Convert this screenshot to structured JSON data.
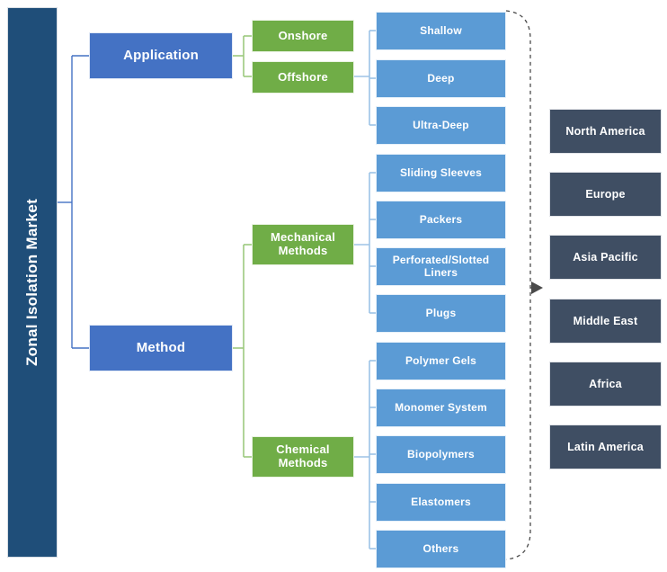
{
  "diagram": {
    "title": "Zonal Isolation Market",
    "colors": {
      "root": "#1F4E79",
      "level1": "#4472C4",
      "level2": "#70AD47",
      "level3": "#5B9BD5",
      "region": "#3F4E63",
      "background": "#FFFFFF"
    },
    "root": {
      "label": "Zonal Isolation Market"
    },
    "branches": [
      {
        "label": "Application",
        "children": [
          {
            "label": "Onshore",
            "leaves": []
          },
          {
            "label": "Offshore",
            "leaves": [
              "Shallow",
              "Deep",
              "Ultra-Deep"
            ]
          }
        ]
      },
      {
        "label": "Method",
        "children": [
          {
            "label": "Mechanical Methods",
            "leaves": [
              "Sliding Sleeves",
              "Packers",
              "Perforated/Slotted Liners",
              "Plugs"
            ]
          },
          {
            "label": "Chemical Methods",
            "leaves": [
              "Polymer Gels",
              "Monomer System",
              "Biopolymers",
              "Elastomers",
              "Others"
            ]
          }
        ]
      }
    ],
    "nodes": {
      "application": "Application",
      "method": "Method",
      "onshore": "Onshore",
      "offshore": "Offshore",
      "mechanical_methods": "Mechanical Methods",
      "chemical_methods": "Chemical Methods",
      "shallow": "Shallow",
      "deep": "Deep",
      "ultra_deep": "Ultra-Deep",
      "sliding_sleeves": "Sliding Sleeves",
      "packers": "Packers",
      "perforated_slotted_liners": "Perforated/Slotted Liners",
      "plugs": "Plugs",
      "polymer_gels": "Polymer Gels",
      "monomer_system": "Monomer System",
      "biopolymers": "Biopolymers",
      "elastomers": "Elastomers",
      "others": "Others"
    },
    "regions": [
      {
        "label": "North America"
      },
      {
        "label": "Europe"
      },
      {
        "label": "Asia Pacific"
      },
      {
        "label": "Middle East"
      },
      {
        "label": "Africa"
      },
      {
        "label": "Latin America"
      }
    ],
    "region_labels": {
      "north_america": "North America",
      "europe": "Europe",
      "asia_pacific": "Asia Pacific",
      "middle_east": "Middle East",
      "africa": "Africa",
      "latin_america": "Latin America"
    }
  }
}
